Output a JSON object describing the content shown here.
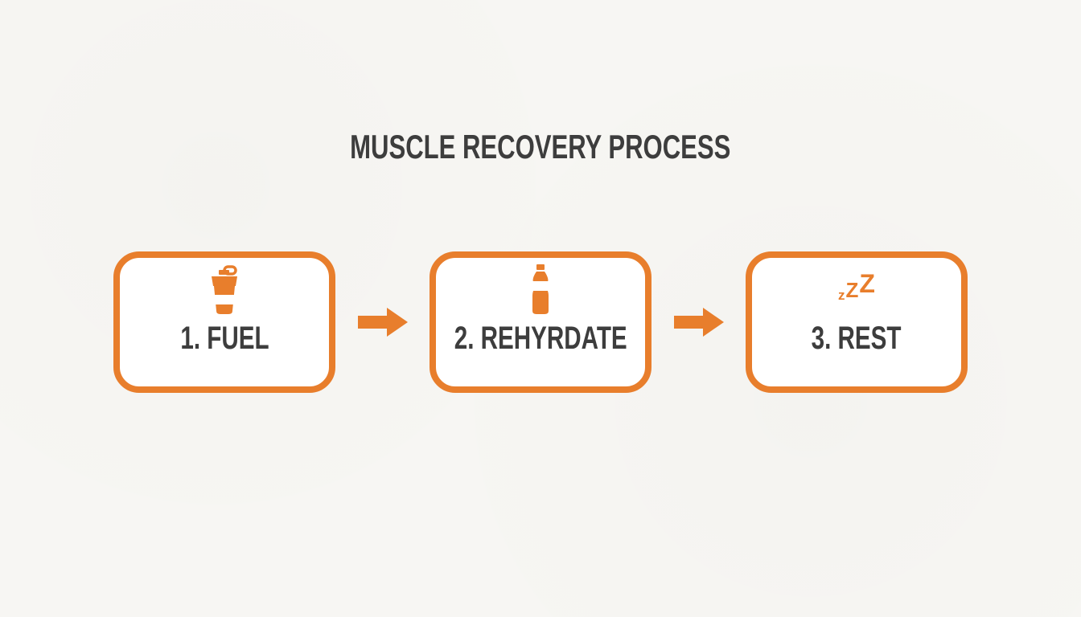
{
  "title": "MUSCLE RECOVERY PROCESS",
  "steps": [
    {
      "label": "1. FUEL",
      "icon": "protein-shaker-icon"
    },
    {
      "label": "2. REHYRDATE",
      "icon": "water-bottle-icon"
    },
    {
      "label": "3. REST",
      "icon": "zzz-sleep-icon",
      "zzz": {
        "z1": "z",
        "z2": "Z",
        "z3": "Z"
      }
    }
  ],
  "connectors": [
    {
      "type": "arrow-right"
    },
    {
      "type": "arrow-right"
    }
  ],
  "colors": {
    "accent": "#E87E2C",
    "heading_text": "#3D3D3D",
    "box_background": "#FFFFFF",
    "page_background": "#F7F6F3"
  }
}
